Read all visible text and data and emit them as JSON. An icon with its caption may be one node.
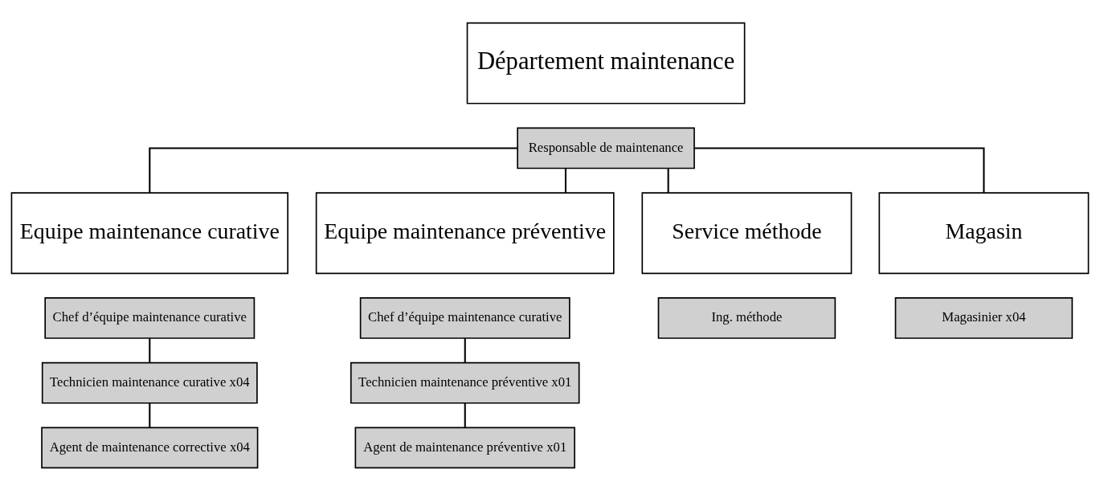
{
  "diagram": {
    "nodes": [
      {
        "text": [
          "Département maintenance"
        ]
      },
      {
        "text": [
          "Responsable de maintenance"
        ]
      },
      {
        "text": [
          "Equipe maintenance curative"
        ]
      },
      {
        "text": [
          "Chef d’équipe maintenance curative"
        ]
      },
      {
        "text": [
          "Technicien maintenance curative x04"
        ]
      },
      {
        "text": [
          "Agent de maintenance corrective x04"
        ]
      },
      {
        "text": [
          "Equipe maintenance préventive"
        ]
      },
      {
        "text": [
          "Chef d’équipe maintenance curative"
        ]
      },
      {
        "text": [
          "Technicien maintenance préventive x01"
        ]
      },
      {
        "text": [
          "Agent de maintenance préventive x01"
        ]
      },
      {
        "text": [
          "Service méthode"
        ]
      },
      {
        "text": [
          "Ing. méthode"
        ]
      },
      {
        "text": [
          "Magasin"
        ]
      },
      {
        "text": [
          "Magasinier x04"
        ]
      }
    ],
    "edges": [
      {
        "from": 1,
        "to": 2,
        "arrow": "none"
      },
      {
        "from": 1,
        "to": 6,
        "arrow": "none"
      },
      {
        "from": 1,
        "to": 10,
        "arrow": "none"
      },
      {
        "from": 1,
        "to": 12,
        "arrow": "none"
      },
      {
        "from": 3,
        "to": 4,
        "arrow": "none"
      },
      {
        "from": 4,
        "to": 5,
        "arrow": "none"
      },
      {
        "from": 7,
        "to": 8,
        "arrow": "none"
      },
      {
        "from": 8,
        "to": 9,
        "arrow": "none"
      }
    ]
  }
}
